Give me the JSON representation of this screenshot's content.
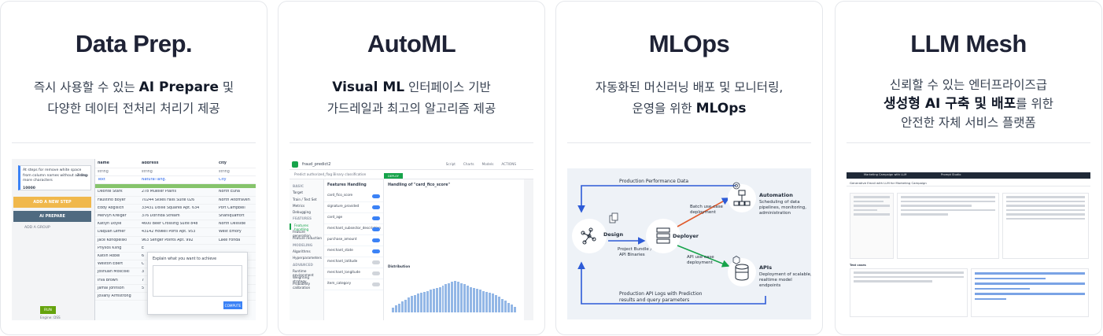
{
  "cards": [
    {
      "title": "Data Prep.",
      "desc_lines": [
        [
          {
            "t": "즉시 사용할 수 있는 ",
            "b": false
          },
          {
            "t": "AI Prepare",
            "b": true
          },
          {
            "t": " 및",
            "b": false
          }
        ],
        [
          {
            "t": "다양한 데이터 전처리 처리기 제공",
            "b": false
          }
        ]
      ]
    },
    {
      "title": "AutoML",
      "desc_lines": [
        [
          {
            "t": "Visual ML",
            "b": true
          },
          {
            "t": " 인터페이스 기반",
            "b": false
          }
        ],
        [
          {
            "t": "가드레일과 최고의 알고리즘 제공",
            "b": false
          }
        ]
      ]
    },
    {
      "title": "MLOps",
      "desc_lines": [
        [
          {
            "t": "자동화된 머신러닝 배포 및 모니터링,",
            "b": false
          }
        ],
        [
          {
            "t": "운영을 위한 ",
            "b": false
          },
          {
            "t": "MLOps",
            "b": true
          }
        ]
      ]
    },
    {
      "title": "LLM Mesh",
      "desc_lines": [
        [
          {
            "t": "신뢰할 수 있는 엔터프라이즈급",
            "b": false
          }
        ],
        [
          {
            "t": "생성형 AI 구축 및 배포",
            "b": true
          },
          {
            "t": "를 위한",
            "b": false
          }
        ],
        [
          {
            "t": "안전한 자체 서비스 플랫폼",
            "b": false
          }
        ]
      ]
    }
  ],
  "dataprep": {
    "step_text": "At steps for remove white space from column names without adding more characters",
    "step_count": "3 step",
    "step_id": "10000",
    "add_step": "ADD A NEW STEP",
    "ai_prepare": "AI PREPARE",
    "add_group": "ADD A GROUP",
    "run": "RUN",
    "engine": "Engine: DSS",
    "columns": [
      "name",
      "address",
      "city"
    ],
    "types": [
      "string",
      "string",
      "string"
    ],
    "meanings": [
      "Text",
      "Natural lang.",
      "City"
    ],
    "rows": [
      [
        "Deonte Stark",
        "278 Mueller Plains",
        "North Euna"
      ],
      [
        "Faustino Boyer",
        "70244 Skiles Falls Suite 026",
        "North Altofraven"
      ],
      [
        "Eddy Rogisich",
        "33431 Dollie Squares Apt. 634",
        "Port Campbell"
      ],
      [
        "Mervyn Kreiger",
        "376 Dorinda Stream",
        "Shaniquaffort"
      ],
      [
        "Katlyn Doyle",
        "4600 Beer Crossing Suite 848",
        "North Dellside"
      ],
      [
        "Daquan Leffler",
        "43142 Howell Ports Apt. 953",
        "West Emory"
      ],
      [
        "Jace Konopelski",
        "963 Senger Points Apt. 992",
        "Lake Fonda"
      ],
      [
        "Phyllos Kling",
        "E",
        ""
      ],
      [
        "Katlin Robel",
        "6",
        ""
      ],
      [
        "Weston Ebert",
        "C",
        ""
      ],
      [
        "Joshuah Mosciski",
        "3",
        ""
      ],
      [
        "Irva Brown",
        "7",
        ""
      ],
      [
        "Jamal Johnson",
        "5",
        ""
      ],
      [
        "Jovany Armstrong",
        "",
        ""
      ]
    ],
    "popup_title": "Explain what you want to achieve",
    "compute": "COMPUTE"
  },
  "automl": {
    "project": "fraud_predict2",
    "subtitle": "Predict authorized_flag  Binary classification",
    "tabs": [
      "Script",
      "Charts",
      "Models",
      "ACTIONS"
    ],
    "deploy": "DEPLOY",
    "sidebar": [
      {
        "t": "BASIC",
        "h": true
      },
      {
        "t": "Target",
        "h": false
      },
      {
        "t": "Train / Test Set",
        "h": false
      },
      {
        "t": "Metrics",
        "h": false
      },
      {
        "t": "Debugging",
        "h": false
      },
      {
        "t": "FEATURES",
        "h": true
      },
      {
        "t": "Features handling",
        "h": false,
        "sel": true
      },
      {
        "t": "Feature generation",
        "h": false
      },
      {
        "t": "Feature reduction",
        "h": false
      },
      {
        "t": "MODELING",
        "h": true
      },
      {
        "t": "Algorithms",
        "h": false
      },
      {
        "t": "Hyperparameters",
        "h": false
      },
      {
        "t": "ADVANCED",
        "h": true
      },
      {
        "t": "Runtime environment",
        "h": false
      },
      {
        "t": "Weighting strategy",
        "h": false
      },
      {
        "t": "Probability calibration",
        "h": false
      }
    ],
    "features_header": "Features Handling",
    "features": [
      "card_fico_score",
      "signature_provided",
      "card_age",
      "merchant_subsector_description",
      "purchase_amount",
      "merchant_state",
      "merchant_latitude",
      "merchant_longitude",
      "item_category"
    ],
    "feature_on": [
      true,
      true,
      true,
      true,
      true,
      true,
      false,
      false,
      false
    ],
    "detail_header": "Handling of \"card_fico_score\"",
    "distribution": "Distribution",
    "hist": [
      10,
      14,
      18,
      22,
      26,
      30,
      34,
      36,
      38,
      40,
      42,
      44,
      46,
      48,
      50,
      52,
      55,
      58,
      60,
      62,
      64,
      62,
      60,
      58,
      55,
      52,
      50,
      48,
      46,
      44,
      42,
      40,
      38,
      36,
      32,
      28,
      24,
      20,
      16,
      12
    ]
  },
  "mlops": {
    "top_label": "Production Performance Data",
    "bottom_label": "Production API Logs with Prediction results and query parameters",
    "design": "Design",
    "design_sub": "Project Bundle / API Binaries",
    "deployer": "Deployer",
    "batch": "Batch use-case deployment",
    "api_case": "API use case deployment",
    "automation": "Automation",
    "automation_desc": "Scheduling of data pipelines, monitoring, administration",
    "apis": "APIs",
    "apis_desc": "Deployment of scalable, realtime model endpoints",
    "colors": {
      "arrow": "#2d5bd7",
      "green": "#16a34a",
      "bg": "#eef2f7"
    }
  },
  "llm": {
    "title": "Marketing Campaign with LLM",
    "prompt": "Prompt Studio",
    "subtitle": "Generative Email with LLM for Marketing Campaign",
    "section": "Test cases"
  }
}
